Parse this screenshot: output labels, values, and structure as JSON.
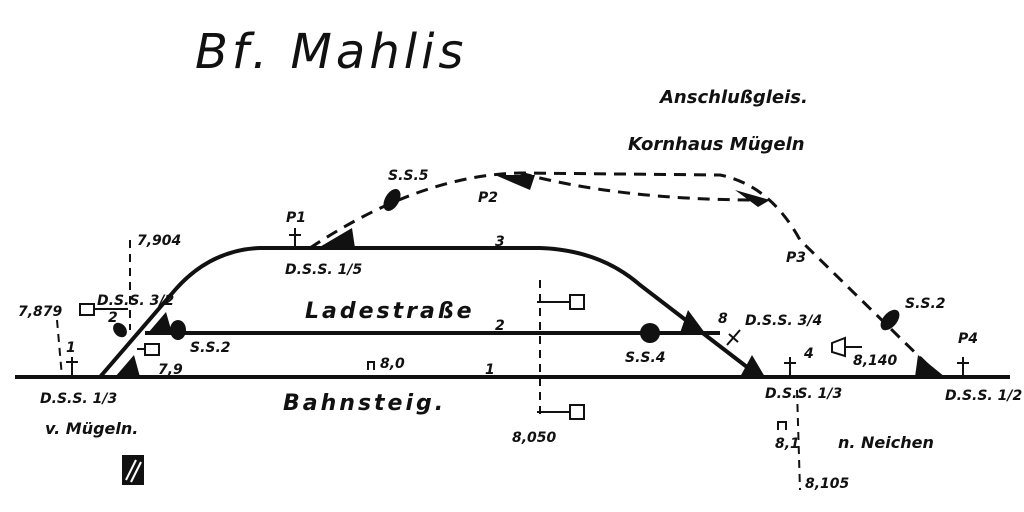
{
  "title": "Bf. Mahlis",
  "siding": {
    "line1": "Anschlußgleis.",
    "line2": "Kornhaus Mügeln"
  },
  "tracks": {
    "track1": "1",
    "track2": "2",
    "track3": "3",
    "ladestrasse": "Ladestraße",
    "bahnsteig": "Bahnsteig."
  },
  "labels": {
    "ss5": "S.S.5",
    "p1": "P1",
    "p2": "P2",
    "p3": "P3",
    "p4": "P4",
    "dss_1_5": "D.S.S. 1/5",
    "km_7904": "7,904",
    "km_7879": "7,879",
    "dss_3_2": "D.S.S. 3/2",
    "switch_2": "2",
    "signal_1": "1",
    "ss2_left": "S.S.2",
    "km_79": "7,9",
    "km_80": "8,0",
    "dss_1_3_left": "D.S.S. 1/3",
    "from_muegeln": "v. Mügeln.",
    "km_8050": "8,050",
    "ss4": "S.S.4",
    "switch_8": "8",
    "dss_3_4": "D.S.S. 3/4",
    "signal_4": "4",
    "dss_1_3_right": "D.S.S. 1/3",
    "km_81": "8,1",
    "km_8105": "8,105",
    "km_8140": "8,140",
    "ss2_right": "S.S.2",
    "dss_1_2": "D.S.S. 1/2",
    "to_neichen": "n. Neichen"
  }
}
